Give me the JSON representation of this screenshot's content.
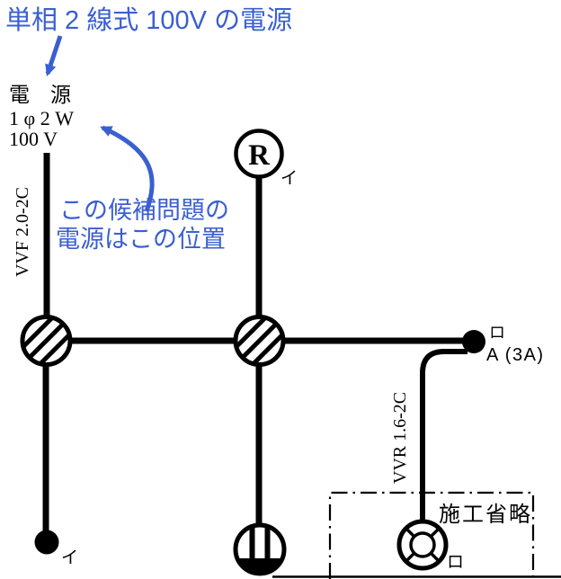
{
  "colors": {
    "annotation_blue": "#3a5fd1",
    "diagram_black": "#000000"
  },
  "annotations": {
    "title": "単相 2 線式 100V の電源",
    "note_line1": "この候補問題の",
    "note_line2": "電源はこの位置"
  },
  "power_source": {
    "name": "電　源",
    "phase": "1 φ 2 W",
    "voltage": "100 V"
  },
  "cables": {
    "feeder": "VVF 2.0-2C",
    "outdoor": "VVR 1.6-2C"
  },
  "devices": {
    "lamp_receptacle": {
      "symbol": "R",
      "circuit": "イ"
    },
    "switch_i": {
      "circuit": "イ"
    },
    "auto_switch": {
      "circuit": "ロ",
      "rating": "A (3A)"
    },
    "outdoor_light": {
      "circuit": "ロ"
    },
    "omission_box": {
      "label": "施工省略"
    }
  }
}
